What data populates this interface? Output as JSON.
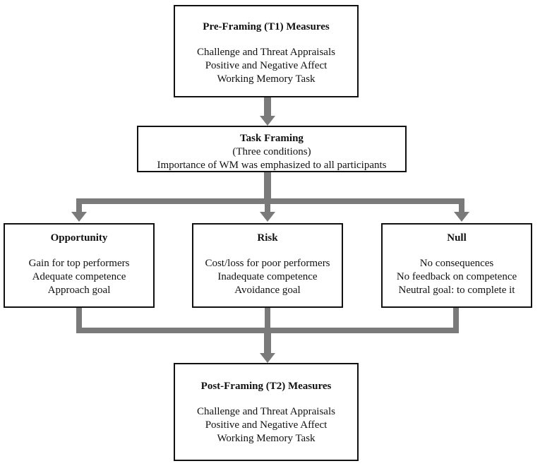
{
  "pre_framing": {
    "title": "Pre-Framing (T1) Measures",
    "lines": [
      "Challenge and Threat Appraisals",
      "Positive and Negative Affect",
      "Working Memory Task"
    ]
  },
  "task_framing": {
    "title": "Task Framing",
    "lines": [
      "(Three conditions)",
      "Importance of WM was emphasized to all participants"
    ]
  },
  "conditions": [
    {
      "title": "Opportunity",
      "lines": [
        "Gain for top performers",
        "Adequate competence",
        "Approach goal"
      ]
    },
    {
      "title": "Risk",
      "lines": [
        "Cost/loss for poor performers",
        "Inadequate competence",
        "Avoidance goal"
      ]
    },
    {
      "title": "Null",
      "lines": [
        "No consequences",
        "No feedback on competence",
        "Neutral goal: to complete it"
      ]
    }
  ],
  "post_framing": {
    "title": "Post-Framing (T2) Measures",
    "lines": [
      "Challenge and Threat Appraisals",
      "Positive and Negative Affect",
      "Working Memory Task"
    ]
  },
  "colors": {
    "connector": "#7a7a7a",
    "border": "#111111"
  }
}
